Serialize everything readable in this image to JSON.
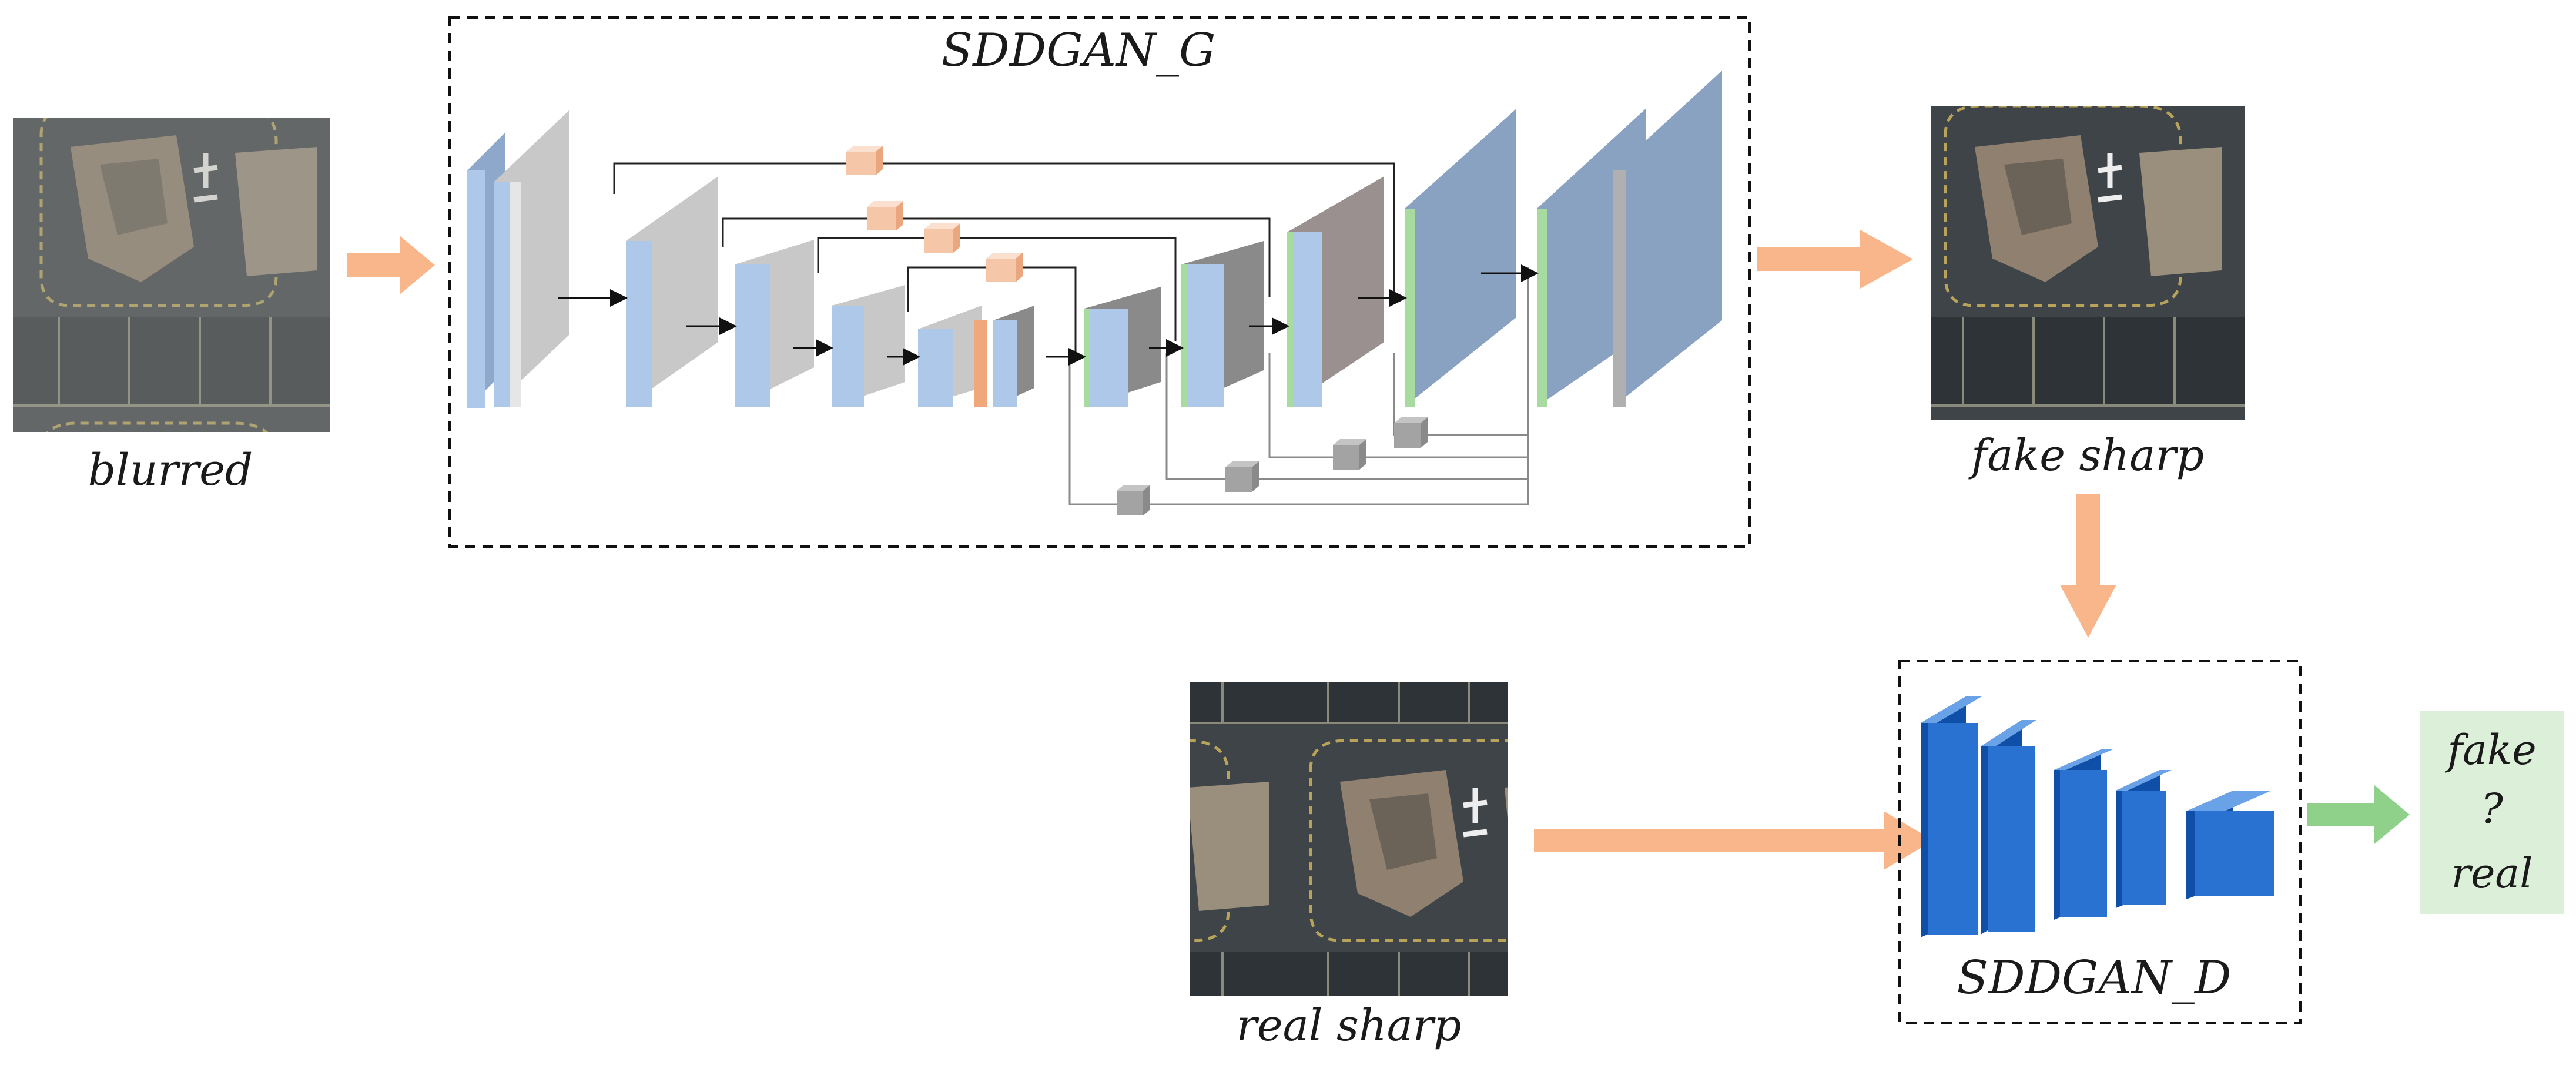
{
  "generator": {
    "title": "SDDGAN_G"
  },
  "discriminator": {
    "title": "SDDGAN_D"
  },
  "images": {
    "blurred": {
      "caption": "blurred"
    },
    "fake_sharp": {
      "caption": "fake sharp"
    },
    "real_sharp": {
      "caption": "real sharp"
    }
  },
  "output": {
    "line1": "fake",
    "line2": "?",
    "line3": "real"
  },
  "colors": {
    "arrow_main": "#f8b68a",
    "arrow_out": "#8fd18b",
    "output_box": "#dcefd8",
    "enc_block": "#aec8ea",
    "enc_face": "#c8c8c8",
    "dec_face": "#8aa2c2",
    "skip_cube": "#f6c6a8",
    "grey_cube": "#a3a3a3",
    "disc_block": "#2a72d2"
  }
}
